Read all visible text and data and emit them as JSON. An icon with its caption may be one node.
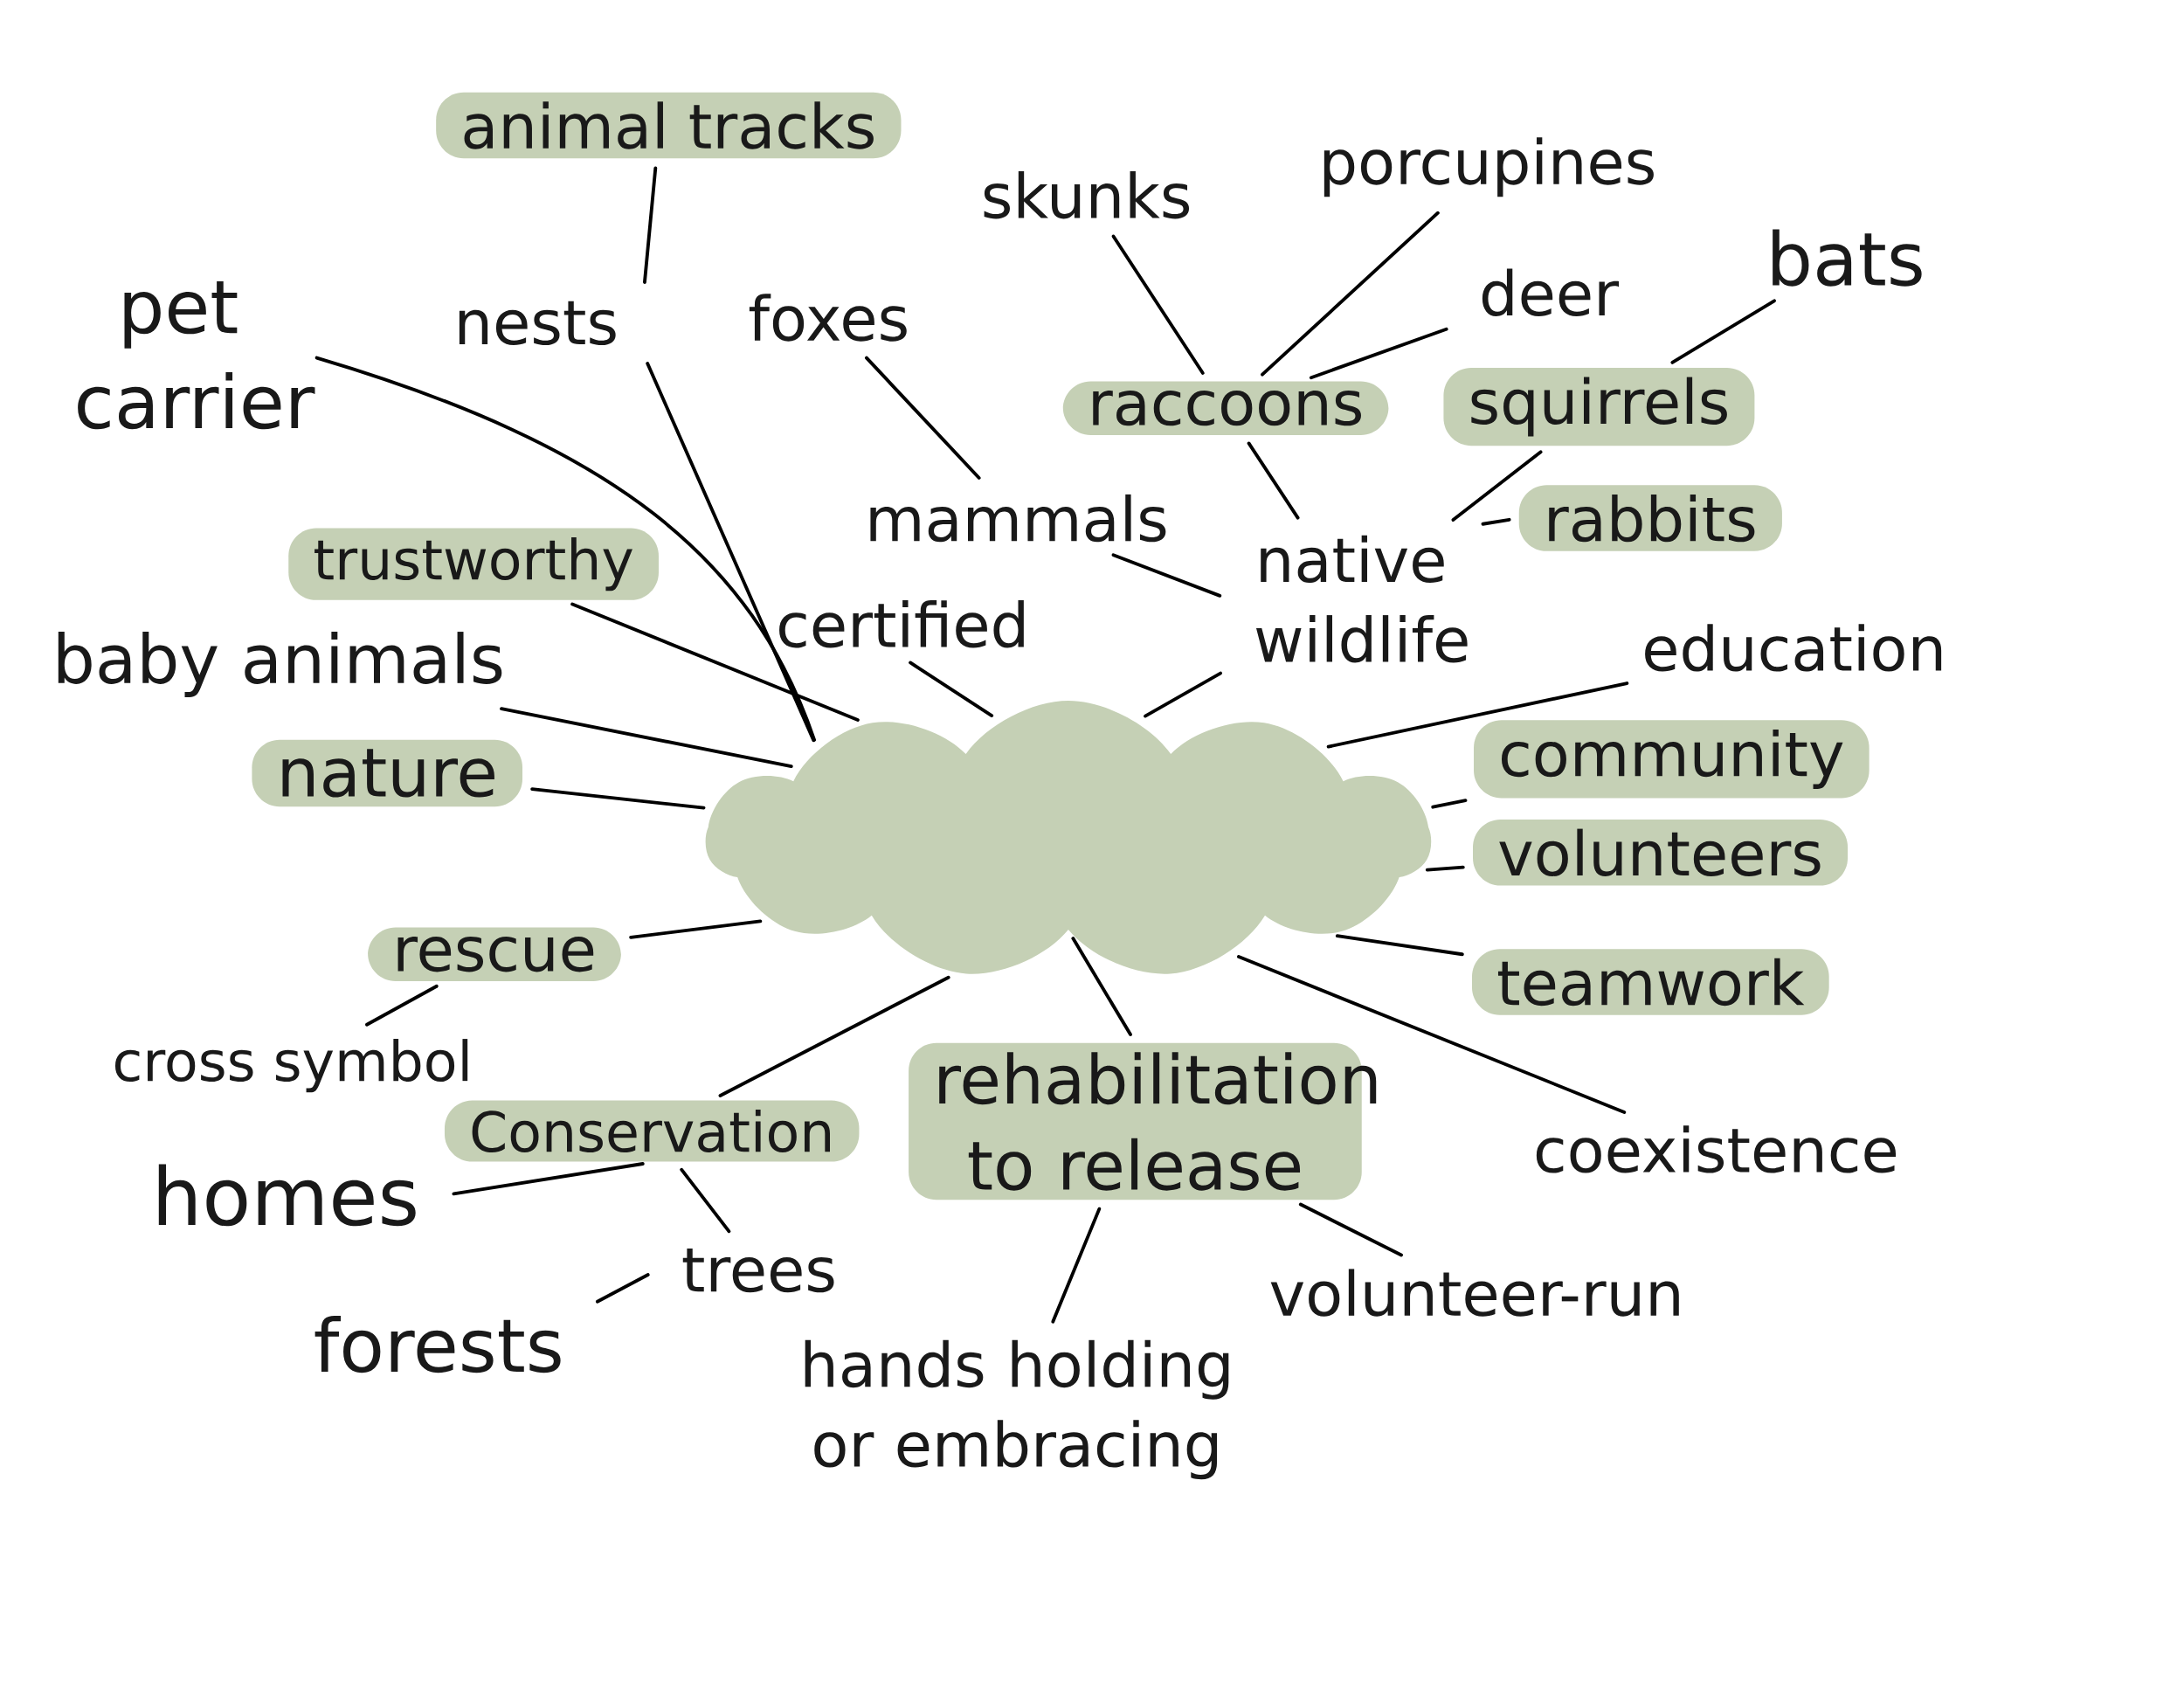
{
  "diagram": {
    "nodes": [
      {
        "text": [],
        "shape": "cloud"
      },
      {
        "text": [
          "animal tracks"
        ]
      },
      {
        "text": [
          "nests"
        ]
      },
      {
        "text": [
          "pet carrier"
        ]
      },
      {
        "text": [
          "foxes"
        ]
      },
      {
        "text": [
          "skunks"
        ]
      },
      {
        "text": [
          "porcupines"
        ]
      },
      {
        "text": [
          "deer"
        ]
      },
      {
        "text": [
          "bats"
        ]
      },
      {
        "text": [
          "raccoons"
        ]
      },
      {
        "text": [
          "squirrels"
        ]
      },
      {
        "text": [
          "mammals"
        ]
      },
      {
        "text": [
          "native wildlife"
        ]
      },
      {
        "text": [
          "rabbits"
        ]
      },
      {
        "text": [
          "trustworthy"
        ]
      },
      {
        "text": [
          "certified"
        ]
      },
      {
        "text": [
          "baby animals"
        ]
      },
      {
        "text": [
          "nature"
        ]
      },
      {
        "text": [
          "education"
        ]
      },
      {
        "text": [
          "community"
        ]
      },
      {
        "text": [
          "volunteers"
        ]
      },
      {
        "text": [
          "rescue"
        ]
      },
      {
        "text": [
          "teamwork"
        ]
      },
      {
        "text": [
          "cross symbol"
        ]
      },
      {
        "text": [
          "Conservation"
        ]
      },
      {
        "text": [
          "rehabilitation to release"
        ]
      },
      {
        "text": [
          "coexistence"
        ]
      },
      {
        "text": [
          "homes"
        ]
      },
      {
        "text": [
          "trees"
        ]
      },
      {
        "text": [
          "forests"
        ]
      },
      {
        "text": [
          "volunteer-run"
        ]
      },
      {
        "text": [
          "hands holding or embracing"
        ]
      }
    ],
    "edges": [
      {
        "from": 1,
        "to": 2,
        "arrow": "none"
      },
      {
        "from": 2,
        "to": 0,
        "arrow": "none"
      },
      {
        "from": 3,
        "to": 0,
        "arrow": "none"
      },
      {
        "from": 4,
        "to": 11,
        "arrow": "none"
      },
      {
        "from": 5,
        "to": 9,
        "arrow": "none"
      },
      {
        "from": 6,
        "to": 9,
        "arrow": "none"
      },
      {
        "from": 7,
        "to": 9,
        "arrow": "none"
      },
      {
        "from": 8,
        "to": 10,
        "arrow": "none"
      },
      {
        "from": 9,
        "to": 12,
        "arrow": "none"
      },
      {
        "from": 10,
        "to": 12,
        "arrow": "none"
      },
      {
        "from": 13,
        "to": 12,
        "arrow": "none"
      },
      {
        "from": 11,
        "to": 12,
        "arrow": "none"
      },
      {
        "from": 12,
        "to": 0,
        "arrow": "none"
      },
      {
        "from": 14,
        "to": 0,
        "arrow": "none"
      },
      {
        "from": 15,
        "to": 0,
        "arrow": "none"
      },
      {
        "from": 16,
        "to": 0,
        "arrow": "none"
      },
      {
        "from": 17,
        "to": 0,
        "arrow": "none"
      },
      {
        "from": 18,
        "to": 0,
        "arrow": "none"
      },
      {
        "from": 19,
        "to": 0,
        "arrow": "none"
      },
      {
        "from": 20,
        "to": 0,
        "arrow": "none"
      },
      {
        "from": 22,
        "to": 0,
        "arrow": "none"
      },
      {
        "from": 26,
        "to": 0,
        "arrow": "none"
      },
      {
        "from": 21,
        "to": 0,
        "arrow": "none"
      },
      {
        "from": 23,
        "to": 21,
        "arrow": "none"
      },
      {
        "from": 24,
        "to": 0,
        "arrow": "none"
      },
      {
        "from": 25,
        "to": 0,
        "arrow": "none"
      },
      {
        "from": 27,
        "to": 24,
        "arrow": "none"
      },
      {
        "from": 28,
        "to": 24,
        "arrow": "none"
      },
      {
        "from": 29,
        "to": 28,
        "arrow": "none"
      },
      {
        "from": 31,
        "to": 25,
        "arrow": "none"
      },
      {
        "from": 30,
        "to": 25,
        "arrow": "none"
      }
    ]
  }
}
